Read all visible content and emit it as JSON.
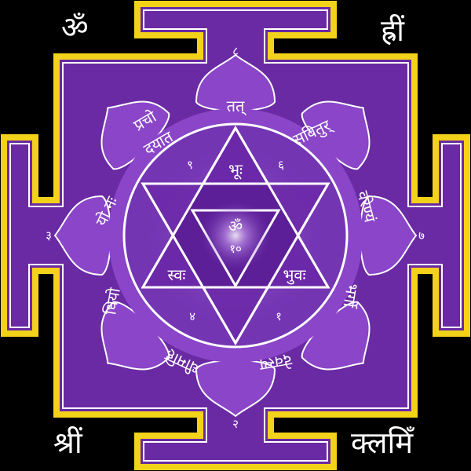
{
  "corners": {
    "top_left": "ॐ",
    "top_right": "ह्रीं",
    "bottom_left": "श्रीं",
    "bottom_right": "क्लमिँ"
  },
  "gate_numbers": {
    "top": "८",
    "right": "७",
    "bottom": "२",
    "left": "३"
  },
  "petals": {
    "top": "तत्",
    "top_right": "सवितुर्",
    "right": "वरेण्यं",
    "bottom_right": "भर्गो",
    "bottom": "देवस्य",
    "bottom_left": "धीमहि",
    "left": "धियो",
    "upper_left_1": "यो नः",
    "upper_left_2": "प्रचो",
    "upper_left_3": "दयात"
  },
  "inner": {
    "top_left_num": "९",
    "top_right_num": "६",
    "bottom_left_num": "४",
    "bottom_right_num": "१",
    "bhuh": "भूः",
    "bhuvah": "भुवः",
    "svah": "स्वः",
    "om": "ॐ",
    "center_num": "१०"
  },
  "colors": {
    "background": "#000000",
    "square": "#6a2aa3",
    "gold": "#f3d21a",
    "petal": "#8a45c8",
    "circle": "#7435b3",
    "triangle": "#5d1f98",
    "white": "#ffffff"
  }
}
